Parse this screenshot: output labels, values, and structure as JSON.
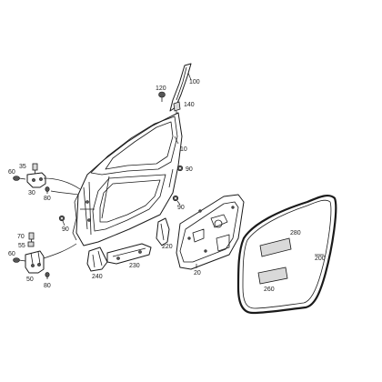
{
  "labels": {
    "l100": "100",
    "l120": "120",
    "l140": "140",
    "l10": "10",
    "l90a": "90",
    "l90b": "90",
    "l90c": "90",
    "l35": "35",
    "l60a": "60",
    "l30": "30",
    "l80a": "80",
    "l70": "70",
    "l55": "55",
    "l60b": "60",
    "l50": "50",
    "l80b": "80",
    "l240": "240",
    "l230": "230",
    "l220": "220",
    "l20": "20",
    "l280": "280",
    "l200": "200",
    "l260": "260"
  }
}
